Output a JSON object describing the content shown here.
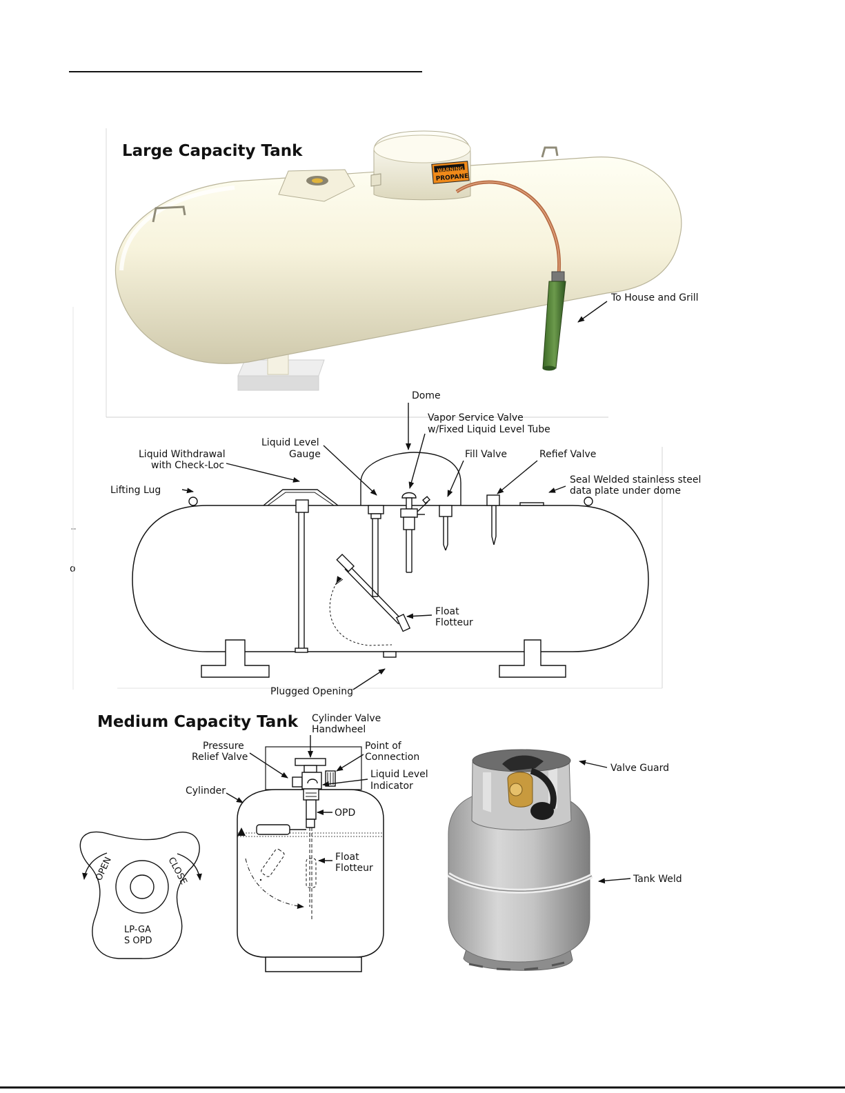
{
  "large_tank": {
    "title": "Large Capacity Tank",
    "warning_text": "WARNING",
    "propane_text": "PROPANE",
    "to_house": "To House and Grill"
  },
  "diagram": {
    "dome": "Dome",
    "vapor_1": "Vapor Service Valve",
    "vapor_2": "w/Fixed Liquid Level Tube",
    "llg_1": "Liquid Level",
    "llg_2": "Gauge",
    "lw_1": "Liquid Withdrawal",
    "lw_2": "with Check-Loc",
    "fill_valve": "Fill Valve",
    "relief_valve": "Refief Valve",
    "seal_1": "Seal Welded stainless steel",
    "seal_2": "data plate under dome",
    "lifting_lug": "Lifting Lug",
    "float_1": "Float",
    "float_2": "Flotteur",
    "plugged": "Plugged Opening",
    "stray": "o"
  },
  "medium_tank": {
    "title": "Medium Capacity Tank",
    "cvh_1": "Cylinder Valve",
    "cvh_2": "Handwheel",
    "prv_1": "Pressure",
    "prv_2": "Relief Valve",
    "poc_1": "Point of",
    "poc_2": "Connection",
    "lli_1": "Liquid Level",
    "lli_2": "Indicator",
    "cylinder": "Cylinder",
    "opd": "OPD",
    "float_1": "Float",
    "float_2": "Flotteur",
    "valve_guard": "Valve Guard",
    "tank_weld": "Tank Weld"
  },
  "dial": {
    "open": "OPEN",
    "close": "CLOSE",
    "lp": "LP-GA",
    "opd": "S  OPD"
  }
}
